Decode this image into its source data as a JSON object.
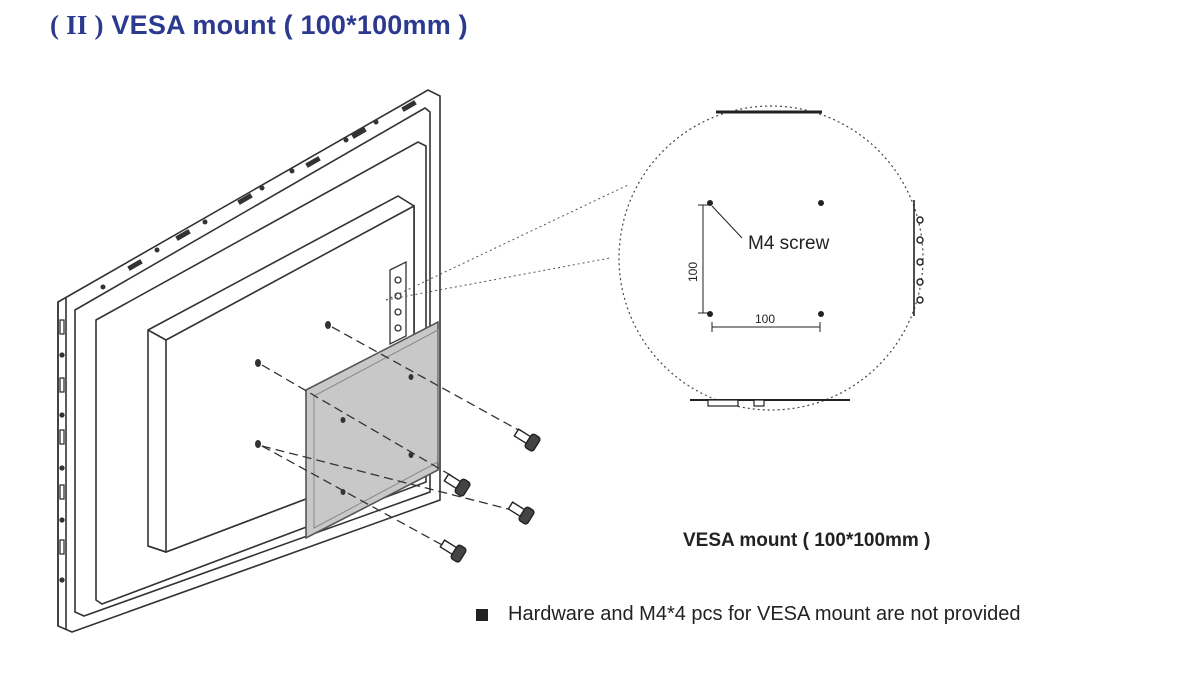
{
  "title": {
    "roman_numeral": "( II )",
    "text": "VESA mount ( 100*100mm )"
  },
  "callout": {
    "screw_label": "M4 screw",
    "dim_vertical": "100",
    "dim_horizontal": "100"
  },
  "caption": "VESA mount ( 100*100mm )",
  "note": {
    "bullet_icon": "black-square-icon",
    "text": "Hardware and M4*4 pcs for VESA mount are not provided"
  },
  "colors": {
    "title": "#2b3a8f",
    "plate_fill": "#c8c8c8",
    "line": "#333333"
  }
}
